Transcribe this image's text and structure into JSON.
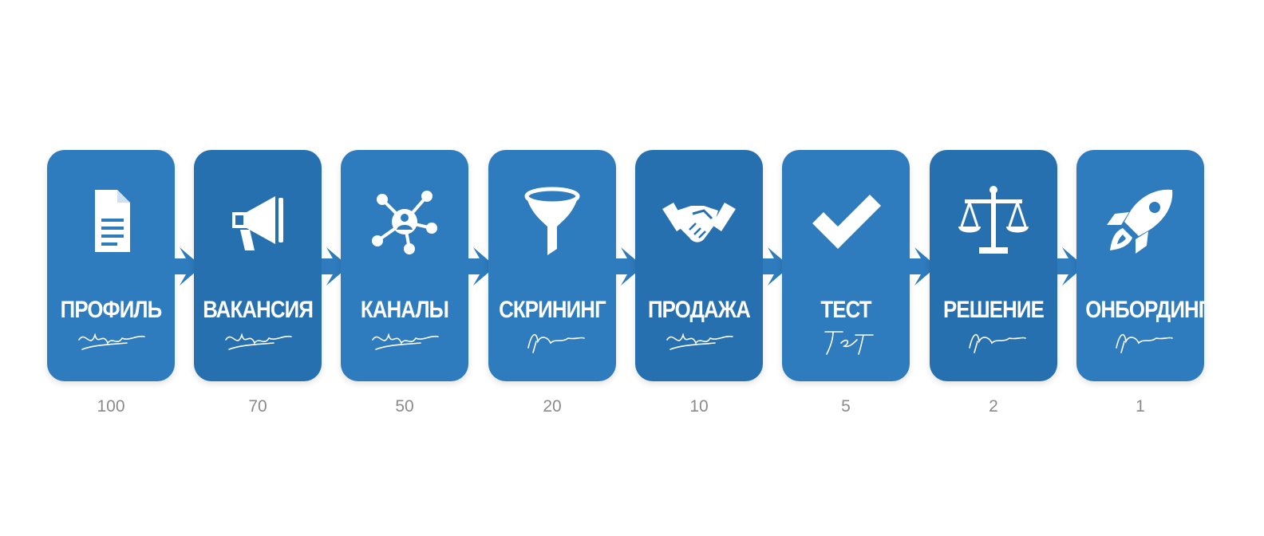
{
  "colors": {
    "card": "#2e7bbd",
    "card_dark": "#2670b0",
    "arrow": "#2e7bbd",
    "count_text": "#8a8a8a"
  },
  "steps": [
    {
      "title": "ПРОФИЛЬ",
      "count": "100",
      "icon": "document-icon"
    },
    {
      "title": "ВАКАНСИЯ",
      "count": "70",
      "icon": "megaphone-icon"
    },
    {
      "title": "КАНАЛЫ",
      "count": "50",
      "icon": "network-icon"
    },
    {
      "title": "СКРИНИНГ",
      "count": "20",
      "icon": "funnel-icon"
    },
    {
      "title": "ПРОДАЖА",
      "count": "10",
      "icon": "handshake-icon"
    },
    {
      "title": "ТЕСТ",
      "count": "5",
      "icon": "checkmark-icon"
    },
    {
      "title": "РЕШЕНИЕ",
      "count": "2",
      "icon": "scales-icon"
    },
    {
      "title": "ОНБОРДИНГ",
      "count": "1",
      "icon": "rocket-icon"
    }
  ]
}
